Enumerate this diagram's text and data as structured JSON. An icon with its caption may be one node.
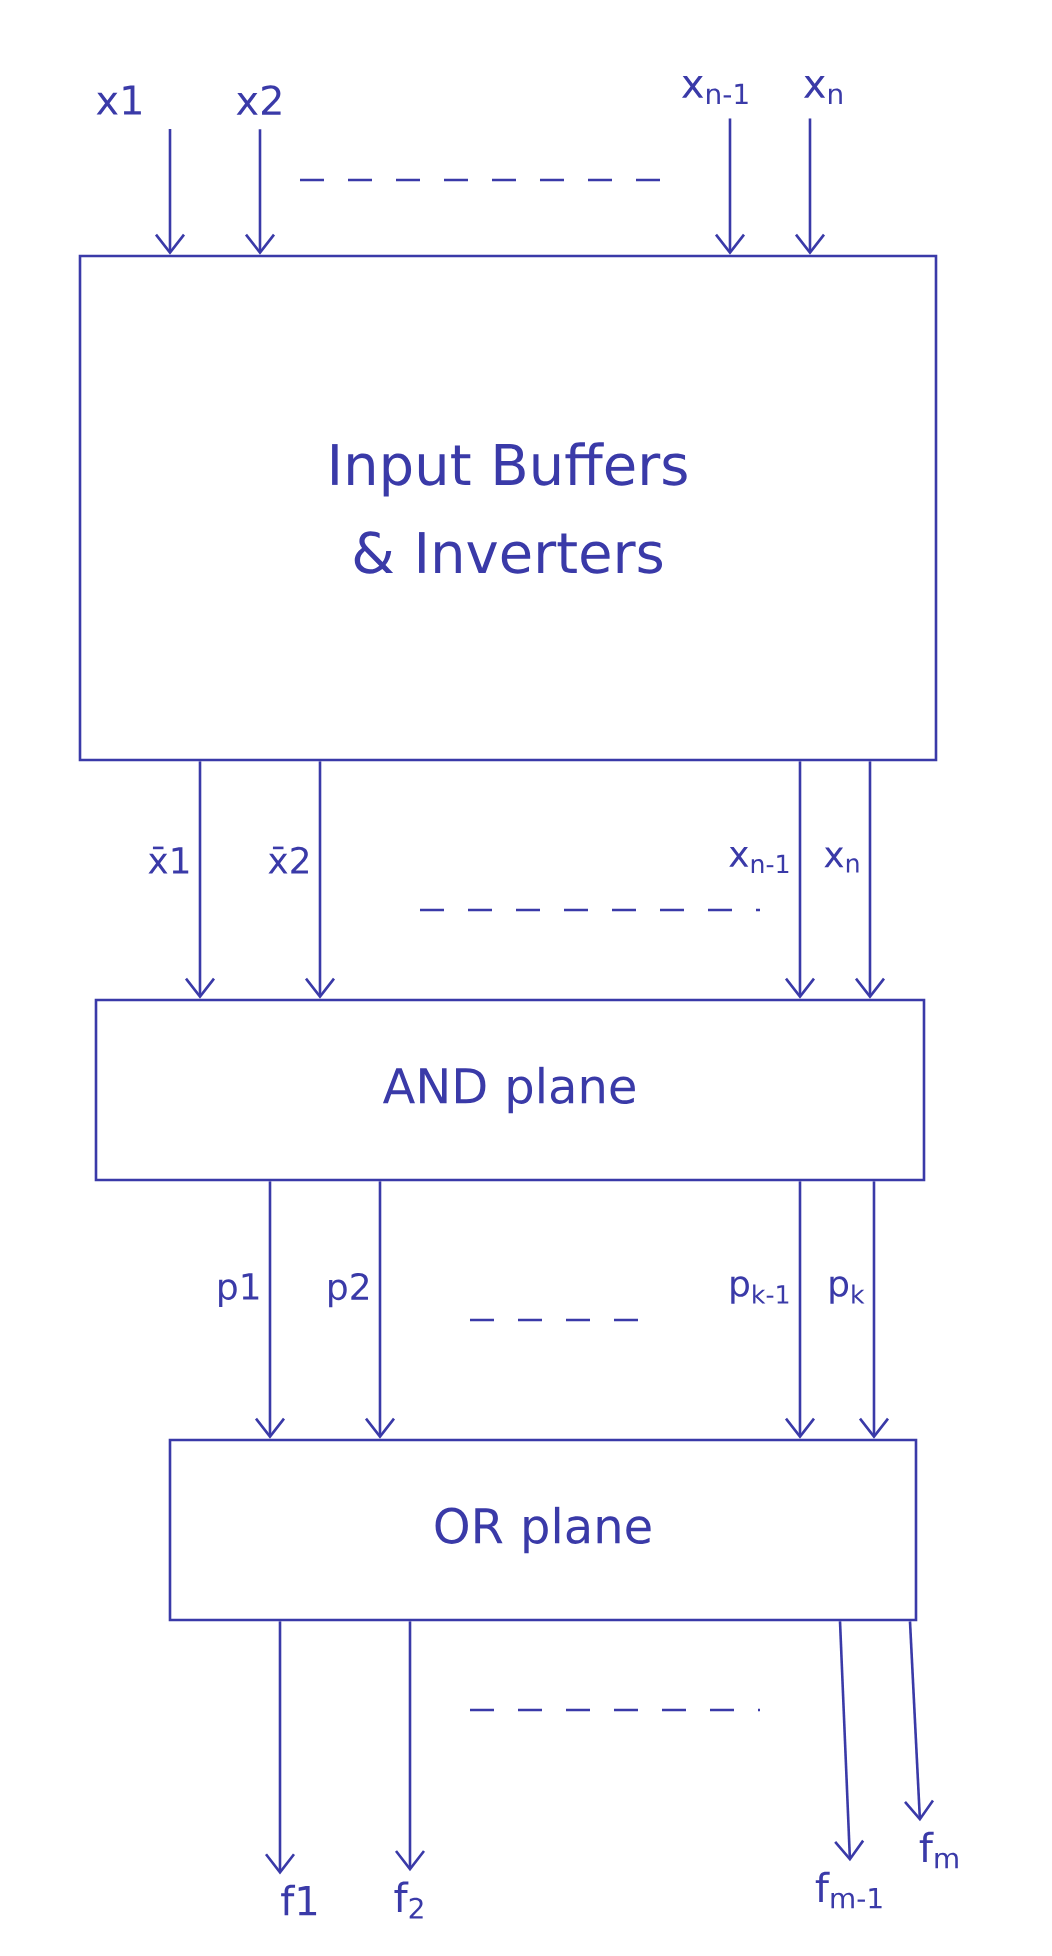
{
  "diagram": {
    "nodes": [
      {
        "text": [
          "Input Buffers & Inverters"
        ]
      },
      {
        "text": [
          "AND plane"
        ]
      },
      {
        "text": [
          "OR plane"
        ]
      },
      {
        "text": [
          "x1"
        ]
      },
      {
        "text": [
          "x2"
        ]
      },
      {
        "text": [
          "x$_{n-1}$"
        ]
      },
      {
        "text": [
          "x$_{n}$"
        ]
      },
      {
        "text": [
          "f1"
        ]
      },
      {
        "text": [
          "f$_{2}$"
        ]
      },
      {
        "text": [
          "f$_{m-1}$"
        ]
      },
      {
        "text": [
          "f$_{m}$"
        ]
      }
    ],
    "edges": [
      {
        "from": 3,
        "to": 0,
        "arrow": "to"
      },
      {
        "from": 4,
        "to": 0,
        "arrow": "to"
      },
      {
        "from": 5,
        "to": 0,
        "arrow": "to"
      },
      {
        "from": 6,
        "to": 0,
        "arrow": "to"
      },
      {
        "from": 0,
        "to": 1,
        "arrow": "to",
        "label": "x̄1"
      },
      {
        "from": 0,
        "to": 1,
        "arrow": "to",
        "label": "x̄2"
      },
      {
        "from": 0,
        "to": 1,
        "arrow": "to",
        "label": "x$_{n-1}$"
      },
      {
        "from": 0,
        "to": 1,
        "arrow": "to",
        "label": "x$_{n}$"
      },
      {
        "from": 1,
        "to": 2,
        "arrow": "to",
        "label": "p1"
      },
      {
        "from": 1,
        "to": 2,
        "arrow": "to",
        "label": "p2"
      },
      {
        "from": 1,
        "to": 2,
        "arrow": "to",
        "label": "p$_{k-1}$"
      },
      {
        "from": 1,
        "to": 2,
        "arrow": "to",
        "label": "p$_{k}$"
      },
      {
        "from": 2,
        "to": 7,
        "arrow": "to"
      },
      {
        "from": 2,
        "to": 8,
        "arrow": "to"
      },
      {
        "from": 2,
        "to": 9,
        "arrow": "to"
      },
      {
        "from": 2,
        "to": 10,
        "arrow": "to"
      }
    ]
  }
}
